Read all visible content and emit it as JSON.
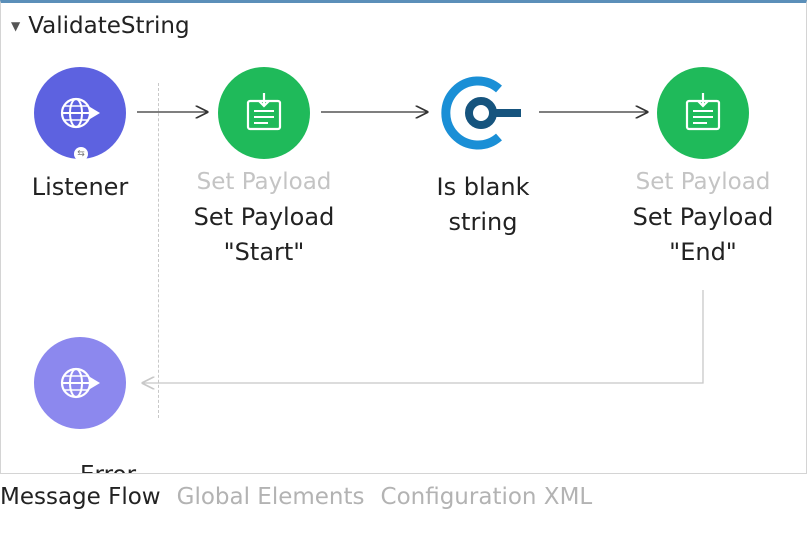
{
  "flow": {
    "name": "ValidateString",
    "nodes": {
      "listener": {
        "name": "Listener",
        "icon": "globe-icon"
      },
      "set_payload_start": {
        "type": "Set Payload",
        "name_line1": "Set Payload",
        "name_line2": "\"Start\"",
        "icon": "set-payload-icon"
      },
      "is_blank": {
        "name_line1": "Is blank",
        "name_line2": "string",
        "icon": "validation-icon"
      },
      "set_payload_end": {
        "type": "Set Payload",
        "name_line1": "Set Payload",
        "name_line2": "\"End\"",
        "icon": "set-payload-icon"
      },
      "error": {
        "name": "Error",
        "icon": "globe-icon"
      }
    }
  },
  "tabs": [
    {
      "label": "Message Flow",
      "active": true
    },
    {
      "label": "Global Elements",
      "active": false
    },
    {
      "label": "Configuration XML",
      "active": false
    }
  ],
  "colors": {
    "listener": "#5d62e0",
    "set_payload": "#1fba5a",
    "validation": "#1a8fd6",
    "error_source": "#8c88ee"
  }
}
